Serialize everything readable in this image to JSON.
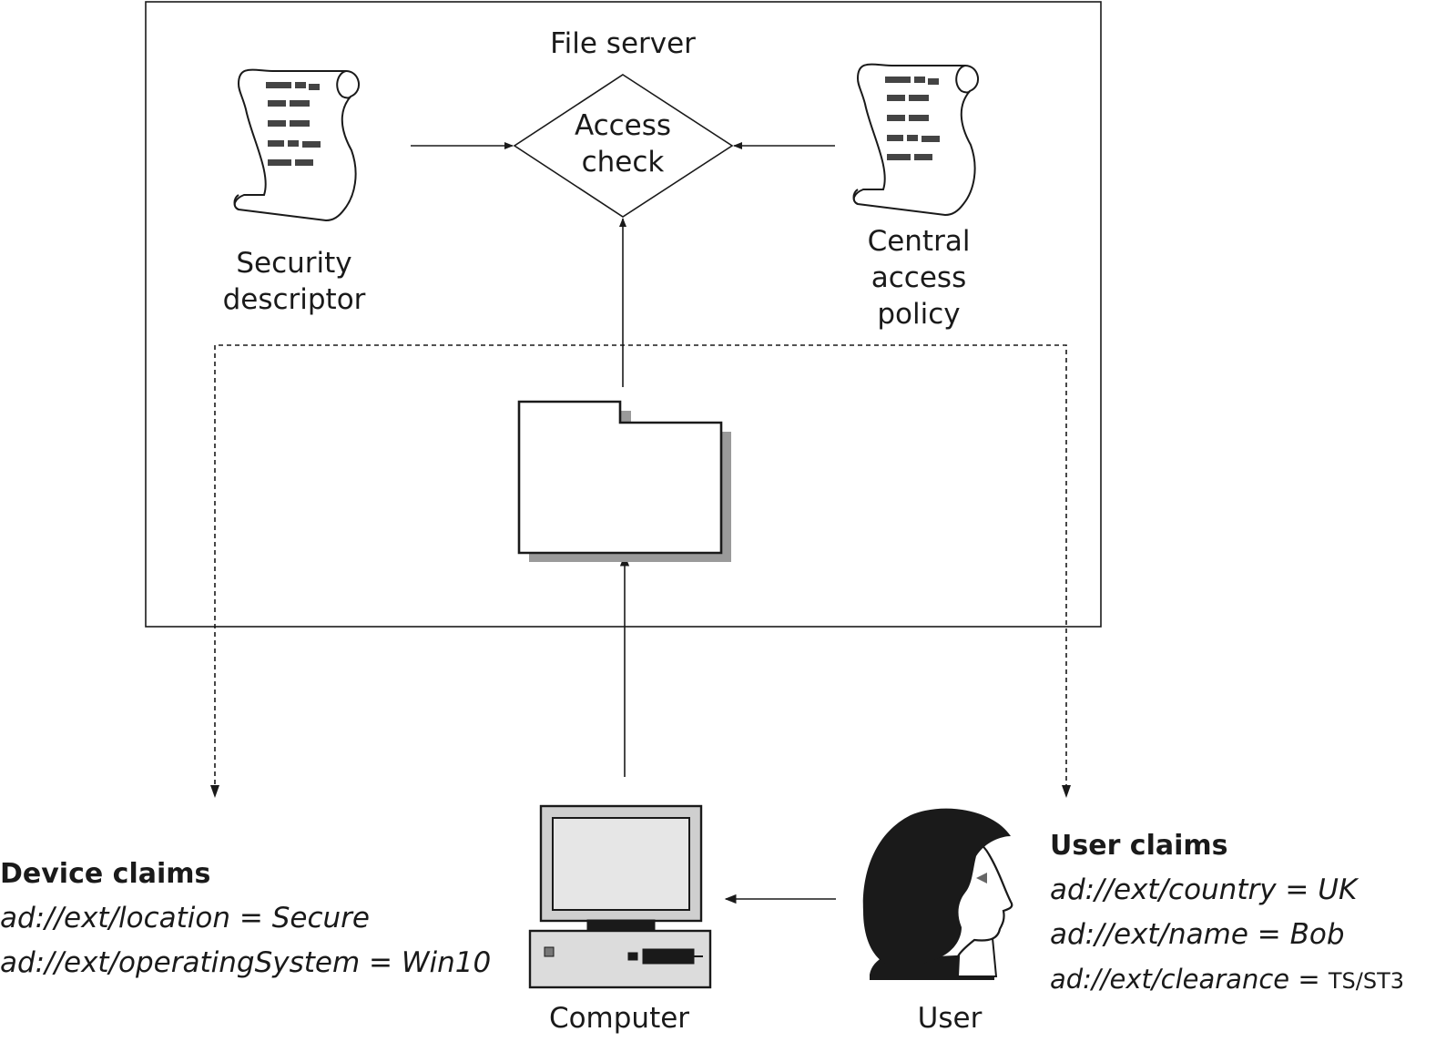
{
  "server": {
    "title": "File server"
  },
  "access_check": {
    "line1": "Access",
    "line2": "check"
  },
  "security_descriptor": {
    "line1": "Security",
    "line2": "descriptor"
  },
  "central_access_policy": {
    "line1": "Central",
    "line2": "access",
    "line3": "policy"
  },
  "computer": {
    "label": "Computer"
  },
  "user": {
    "label": "User"
  },
  "device_claims": {
    "heading": "Device claims",
    "items": [
      {
        "key": "ad://ext/location",
        "op": " = ",
        "value": "Secure"
      },
      {
        "key": "ad://ext/operatingSystem",
        "op": " = ",
        "value": "Win10"
      }
    ]
  },
  "user_claims": {
    "heading": "User claims",
    "items": [
      {
        "key": "ad://ext/country",
        "op": " = ",
        "value": "UK"
      },
      {
        "key": "ad://ext/name",
        "op": " = ",
        "value": "Bob"
      },
      {
        "key": "ad://ext/clearance",
        "op": " = ",
        "value": "TS/ST3"
      }
    ]
  }
}
